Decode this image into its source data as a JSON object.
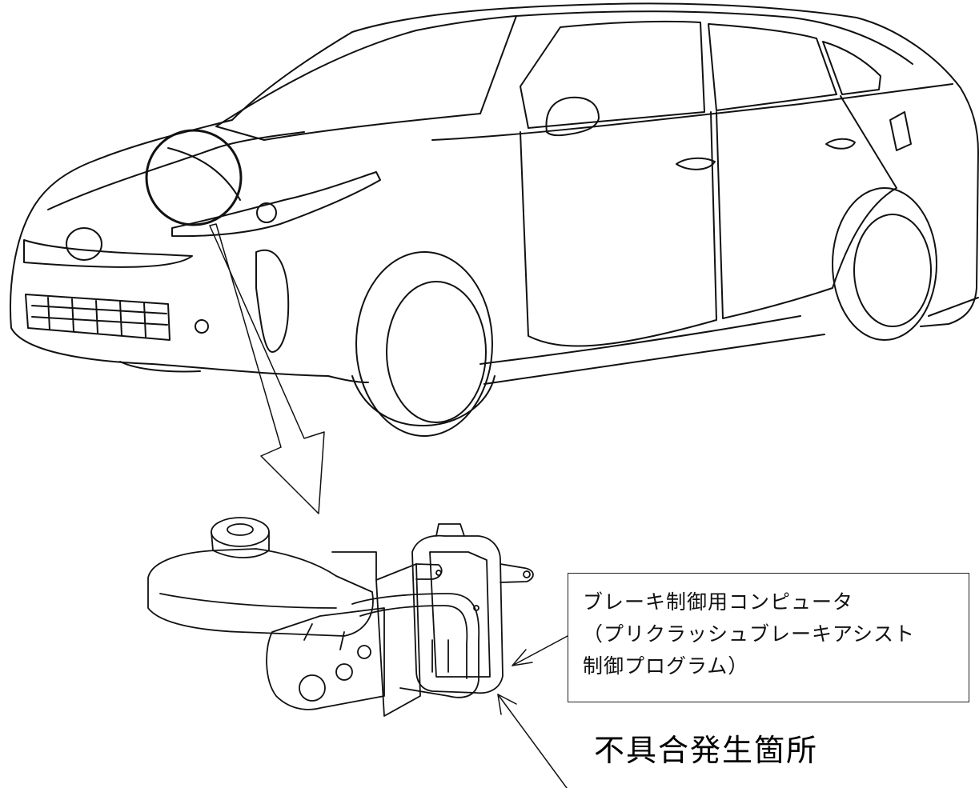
{
  "diagram": {
    "callout_box": {
      "line1": "ブレーキ制御用コンピュータ",
      "line2": "（プリクラッシュブレーキアシスト",
      "line3": "制御プログラム）"
    },
    "defect_label": "不具合発生箇所"
  }
}
